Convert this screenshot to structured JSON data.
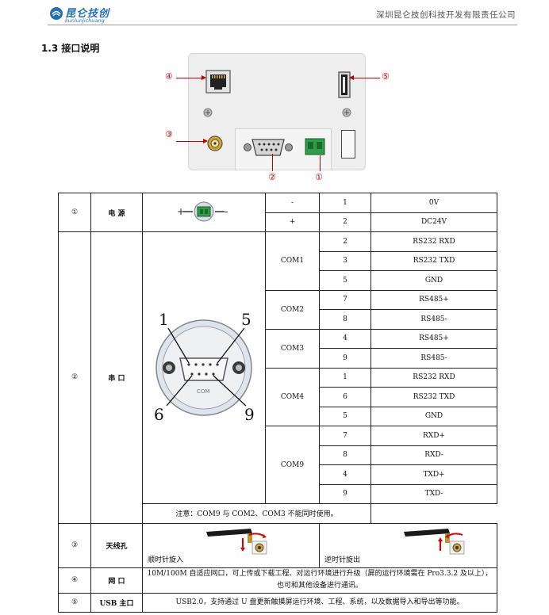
{
  "header": {
    "logo_cn": "昆仑技创",
    "logo_en": "kunlunjichuang",
    "company": "深圳昆仑技创科技开发有限责任公司"
  },
  "section": {
    "title": "1.3  接口说明"
  },
  "figure": {
    "markers": [
      "④",
      "⑤",
      "③",
      "②",
      "①"
    ]
  },
  "table": {
    "power": {
      "num": "①",
      "name": "电  源",
      "plus": "+",
      "minus": "-",
      "rows": [
        {
          "pol": "-",
          "pin": "1",
          "signal": "0V"
        },
        {
          "pol": "+",
          "pin": "2",
          "signal": "DC24V"
        }
      ]
    },
    "serial": {
      "num": "②",
      "name": "串  口",
      "db9_labels": [
        "1",
        "5",
        "6",
        "9"
      ],
      "db9_text": "COM",
      "groups": [
        {
          "port": "COM1",
          "rows": [
            {
              "pin": "2",
              "signal": "RS232 RXD"
            },
            {
              "pin": "3",
              "signal": "RS232 TXD"
            },
            {
              "pin": "5",
              "signal": "GND"
            }
          ]
        },
        {
          "port": "COM2",
          "rows": [
            {
              "pin": "7",
              "signal": "RS485+"
            },
            {
              "pin": "8",
              "signal": "RS485-"
            }
          ]
        },
        {
          "port": "COM3",
          "rows": [
            {
              "pin": "4",
              "signal": "RS485+"
            },
            {
              "pin": "9",
              "signal": "RS485-"
            }
          ]
        },
        {
          "port": "COM4",
          "rows": [
            {
              "pin": "1",
              "signal": "RS232 RXD"
            },
            {
              "pin": "6",
              "signal": "RS232 TXD"
            },
            {
              "pin": "5",
              "signal": "GND"
            }
          ]
        },
        {
          "port": "COM9",
          "rows": [
            {
              "pin": "7",
              "signal": "RXD+"
            },
            {
              "pin": "8",
              "signal": "RXD-"
            },
            {
              "pin": "4",
              "signal": "TXD+"
            },
            {
              "pin": "9",
              "signal": "TXD-"
            }
          ]
        }
      ],
      "note": "注意：COM9 与 COM2、COM3 不能同时使用。"
    },
    "antenna": {
      "num": "③",
      "name": "天线孔",
      "cw": "顺时针旋入",
      "ccw": "逆时针旋出"
    },
    "network": {
      "num": "④",
      "name": "网  口",
      "desc": "10M/100M 自适应网口，可上传或下载工程、对运行环境进行升级（屏的运行环境需在 Pro3.3.2 及以上），也可和其他设备进行通讯。"
    },
    "usb": {
      "num": "⑤",
      "name": "USB 主口",
      "desc": "USB2.0，支持通过 U 盘更新触摸屏运行环境、工程、系统，以及数据导入和导出等功能。"
    }
  },
  "colors": {
    "brand": "#1f6fb6",
    "marker": "#c00000",
    "terminal": "#2e9e48"
  }
}
